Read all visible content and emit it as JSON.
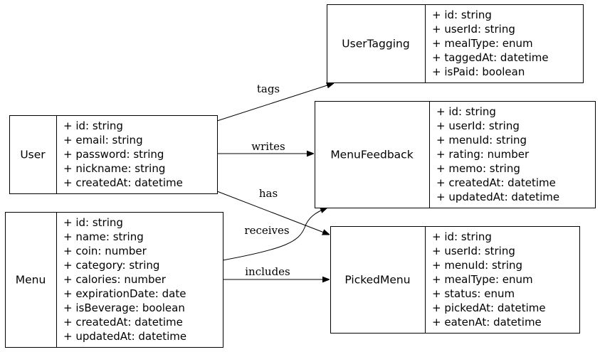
{
  "entities": [
    {
      "id": "user",
      "name": "User",
      "fields": [
        "+ id: string",
        "+ email: string",
        "+ password: string",
        "+ nickname: string",
        "+ createdAt: datetime"
      ]
    },
    {
      "id": "menu",
      "name": "Menu",
      "fields": [
        "+ id: string",
        "+ name: string",
        "+ coin: number",
        "+ category: string",
        "+ calories: number",
        "+ expirationDate: date",
        "+ isBeverage: boolean",
        "+ createdAt: datetime",
        "+ updatedAt: datetime"
      ]
    },
    {
      "id": "usertagging",
      "name": "UserTagging",
      "fields": [
        "+ id: string",
        "+ userId: string",
        "+ mealType: enum",
        "+ taggedAt: datetime",
        "+ isPaid: boolean"
      ]
    },
    {
      "id": "menufeedback",
      "name": "MenuFeedback",
      "fields": [
        "+ id: string",
        "+ userId: string",
        "+ menuId: string",
        "+ rating: number",
        "+ memo: string",
        "+ createdAt: datetime",
        "+ updatedAt: datetime"
      ]
    },
    {
      "id": "pickedmenu",
      "name": "PickedMenu",
      "fields": [
        "+ id: string",
        "+ userId: string",
        "+ menuId: string",
        "+ mealType: enum",
        "+ status: enum",
        "+ pickedAt: datetime",
        "+ eatenAt: datetime"
      ]
    }
  ],
  "relations": [
    {
      "from": "User",
      "to": "UserTagging",
      "label": "tags"
    },
    {
      "from": "User",
      "to": "MenuFeedback",
      "label": "writes"
    },
    {
      "from": "User",
      "to": "PickedMenu",
      "label": "has"
    },
    {
      "from": "Menu",
      "to": "MenuFeedback",
      "label": "receives"
    },
    {
      "from": "Menu",
      "to": "PickedMenu",
      "label": "includes"
    }
  ]
}
